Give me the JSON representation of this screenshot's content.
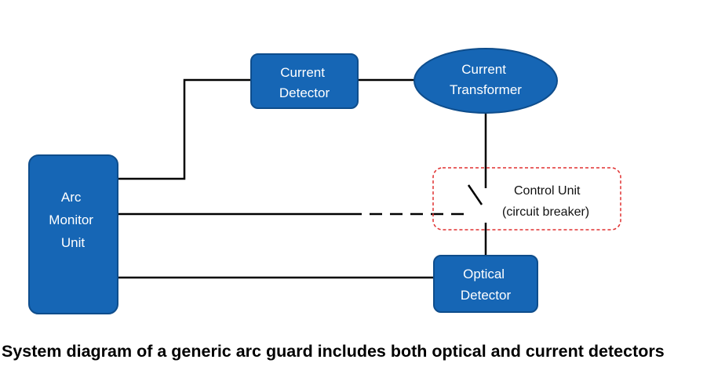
{
  "diagram": {
    "nodes": {
      "current_detector": {
        "lines": [
          "Current",
          "Detector"
        ]
      },
      "current_transformer": {
        "lines": [
          "Current",
          "Transformer"
        ]
      },
      "arc_monitor_unit": {
        "lines": [
          "Arc",
          "Monitor",
          "Unit"
        ]
      },
      "optical_detector": {
        "lines": [
          "Optical",
          "Detector"
        ]
      },
      "control_unit": {
        "lines": [
          "Control Unit",
          "(circuit breaker)"
        ]
      }
    },
    "colors": {
      "node_fill": "#1666b5",
      "node_stroke": "#0e4d8c",
      "node_text": "#ffffff",
      "wire": "#000000",
      "control_unit_border": "#e03030"
    }
  },
  "caption": "System diagram of a generic arc guard includes both optical and current detectors"
}
